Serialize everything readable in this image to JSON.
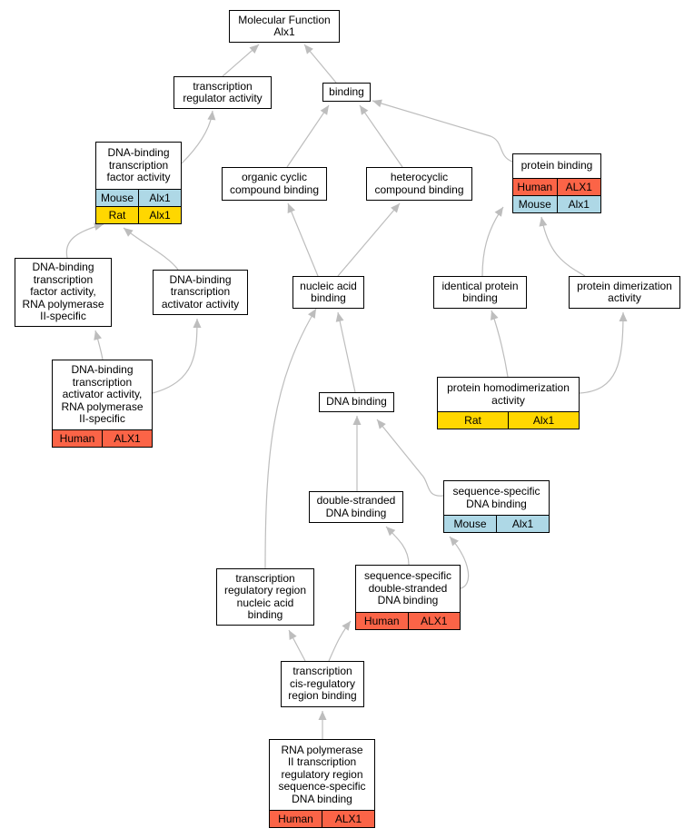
{
  "colors": {
    "edge": "#bdbdbd",
    "Human": "#fb6447",
    "Mouse": "#aed8e6",
    "Rat": "#ffd700"
  },
  "nodes": {
    "mf": {
      "label": "Molecular Function\nAlx1",
      "rows": []
    },
    "tra": {
      "label": "transcription\nregulator activity",
      "rows": []
    },
    "binding": {
      "label": "binding",
      "rows": []
    },
    "dbtfa": {
      "label": "DNA-binding\ntranscription\nfactor activity",
      "rows": [
        {
          "species": "Mouse",
          "gene": "Alx1"
        },
        {
          "species": "Rat",
          "gene": "Alx1"
        }
      ]
    },
    "ocb": {
      "label": "organic cyclic\ncompound binding",
      "rows": []
    },
    "hcb": {
      "label": "heterocyclic\ncompound binding",
      "rows": []
    },
    "pb": {
      "label": "protein binding",
      "rows": [
        {
          "species": "Human",
          "gene": "ALX1"
        },
        {
          "species": "Mouse",
          "gene": "Alx1"
        }
      ]
    },
    "dbtfa2": {
      "label": "DNA-binding\ntranscription\nfactor activity,\nRNA polymerase\nII-specific",
      "rows": []
    },
    "dbtaa": {
      "label": "DNA-binding\ntranscription\nactivator activity",
      "rows": []
    },
    "nab": {
      "label": "nucleic acid\nbinding",
      "rows": []
    },
    "ipb": {
      "label": "identical protein\nbinding",
      "rows": []
    },
    "pda": {
      "label": "protein dimerization\nactivity",
      "rows": []
    },
    "dbtaa2": {
      "label": "DNA-binding\ntranscription\nactivator activity,\nRNA polymerase\nII-specific",
      "rows": [
        {
          "species": "Human",
          "gene": "ALX1"
        }
      ]
    },
    "dnab": {
      "label": "DNA binding",
      "rows": []
    },
    "phda": {
      "label": "protein homodimerization\nactivity",
      "rows": [
        {
          "species": "Rat",
          "gene": "Alx1"
        }
      ]
    },
    "ssdb": {
      "label": "sequence-specific\nDNA binding",
      "rows": [
        {
          "species": "Mouse",
          "gene": "Alx1"
        }
      ]
    },
    "dsdb": {
      "label": "double-stranded\nDNA binding",
      "rows": []
    },
    "trrnab": {
      "label": "transcription\nregulatory region\nnucleic acid\nbinding",
      "rows": []
    },
    "ssdsdb": {
      "label": "sequence-specific\ndouble-stranded\nDNA binding",
      "rows": [
        {
          "species": "Human",
          "gene": "ALX1"
        }
      ]
    },
    "tcrrb": {
      "label": "transcription\ncis-regulatory\nregion binding",
      "rows": []
    },
    "rp2": {
      "label": "RNA polymerase\nII transcription\nregulatory region\nsequence-specific\nDNA binding",
      "rows": [
        {
          "species": "Human",
          "gene": "ALX1"
        }
      ]
    }
  },
  "edges": [
    [
      "tra",
      "mf"
    ],
    [
      "binding",
      "mf"
    ],
    [
      "dbtfa",
      "tra"
    ],
    [
      "ocb",
      "binding"
    ],
    [
      "hcb",
      "binding"
    ],
    [
      "pb",
      "binding"
    ],
    [
      "dbtfa2",
      "dbtfa"
    ],
    [
      "dbtaa",
      "dbtfa"
    ],
    [
      "nab",
      "ocb"
    ],
    [
      "nab",
      "hcb"
    ],
    [
      "ipb",
      "pb"
    ],
    [
      "pda",
      "pb"
    ],
    [
      "dbtaa2",
      "dbtfa2"
    ],
    [
      "dbtaa2",
      "dbtaa"
    ],
    [
      "dnab",
      "nab"
    ],
    [
      "phda",
      "ipb"
    ],
    [
      "phda",
      "pda"
    ],
    [
      "ssdb",
      "dnab"
    ],
    [
      "dsdb",
      "dnab"
    ],
    [
      "trrnab",
      "nab"
    ],
    [
      "ssdsdb",
      "dsdb"
    ],
    [
      "ssdsdb",
      "ssdb"
    ],
    [
      "tcrrb",
      "trrnab"
    ],
    [
      "tcrrb",
      "ssdsdb"
    ],
    [
      "rp2",
      "tcrrb"
    ]
  ]
}
